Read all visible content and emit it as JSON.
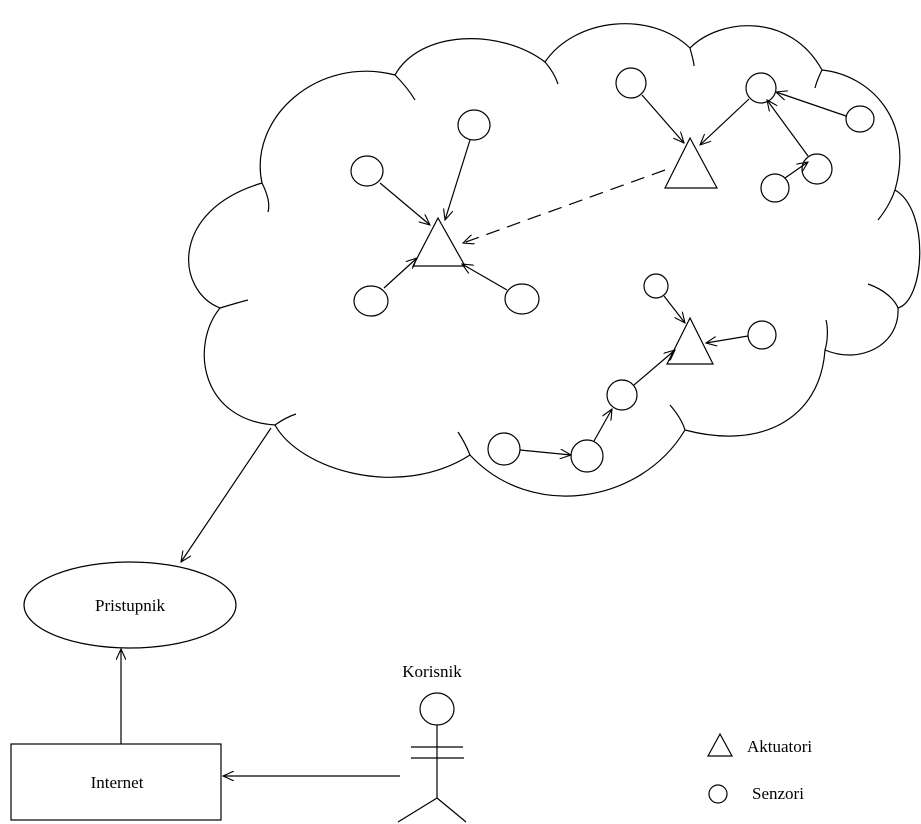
{
  "diagram": {
    "nodes": {
      "gateway": "Pristupnik",
      "internet": "Internet",
      "user": "Korisnik"
    },
    "legend": {
      "actuators": "Aktuatori",
      "sensors": "Senzori"
    }
  }
}
